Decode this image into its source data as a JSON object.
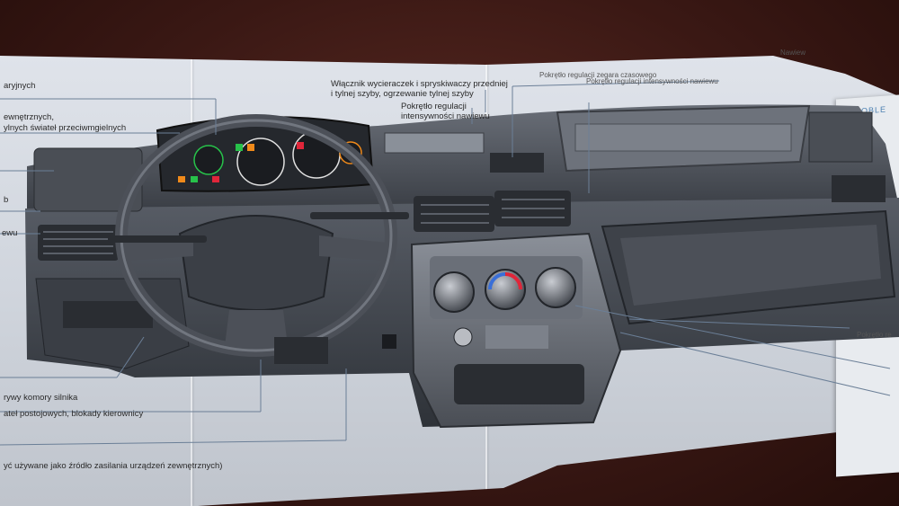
{
  "manual": {
    "labels": {
      "top_left_1": "aryjnych",
      "top_left_2": "ewnętrznych,",
      "top_left_3": "ylnych świateł przeciwmgielnych",
      "left_b": "b",
      "left_ewu": "ewu",
      "wiper_1": "Włącznik wycieraczek i spryskiwaczy przedniej",
      "wiper_2": "i tylnej szyby, ogrzewanie tylnej szyby",
      "airflow_1": "Pokrętło regulacji",
      "airflow_2": "intensywności nawiewu",
      "clock": "Pokrętło regulacji zegara czasowego",
      "intensity": "Pokrętło regulacji intensywności nawiewu",
      "top_right": "Nawiew",
      "right_tab": "OZDOBLE",
      "right_low": "Pokrętło re",
      "bottom_1": "rywy komory silnika",
      "bottom_2": "ateł postojowych, blokady kierownicy",
      "bottom_3": "yć używane jako źródło zasilania urządzeń zewnętrznych)"
    }
  },
  "colors": {
    "dash_dark": "#3b3f46",
    "dash_mid": "#5a5f68",
    "dash_light": "#8a9099",
    "gauge_green": "#27c24a",
    "gauge_red": "#e0263a",
    "gauge_orange": "#f08a1a"
  }
}
